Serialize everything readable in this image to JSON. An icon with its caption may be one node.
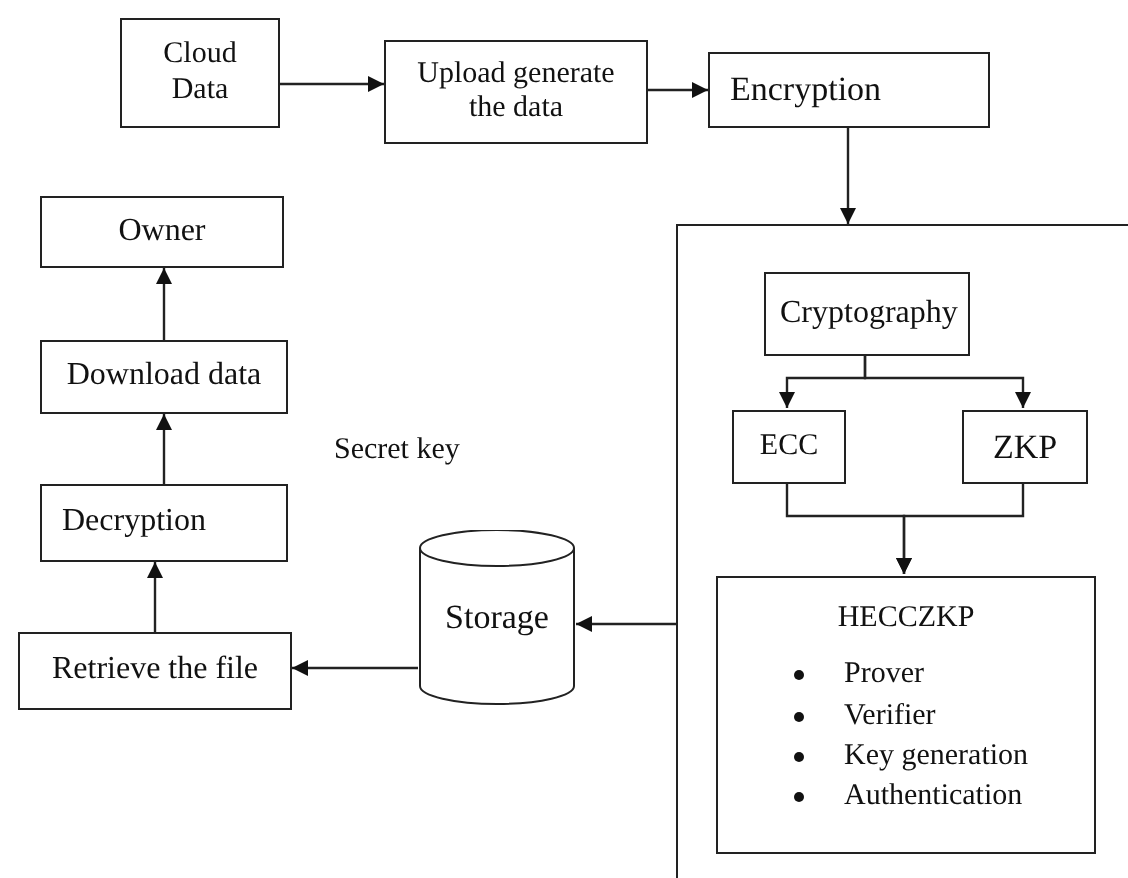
{
  "diagram": {
    "nodes": [
      {
        "text": [
          "Cloud Data"
        ]
      },
      {
        "text": [
          "Upload generate the data"
        ]
      },
      {
        "text": [
          "Encryption"
        ]
      },
      {
        "text": [],
        "shape": "box"
      },
      {
        "text": [
          "Cryptography"
        ],
        "in": 3
      },
      {
        "text": [
          "ECC"
        ],
        "in": 3
      },
      {
        "text": [
          "ZKP"
        ],
        "in": 3
      },
      {
        "text": [
          "HECCZKP",
          "Prover",
          "Verifier",
          "Key generation",
          "Authentication"
        ],
        "in": 3
      },
      {
        "text": [
          "Storage"
        ]
      },
      {
        "text": [
          "Retrieve the file"
        ]
      },
      {
        "text": [
          "Decryption"
        ]
      },
      {
        "text": [
          "Download data"
        ]
      },
      {
        "text": [
          "Owner"
        ]
      }
    ],
    "edges": [
      {
        "from": 0,
        "to": 1,
        "arrow": "to"
      },
      {
        "from": 1,
        "to": 2,
        "arrow": "to"
      },
      {
        "from": 2,
        "to": 3,
        "arrow": "to"
      },
      {
        "from": 4,
        "to": 5,
        "arrow": "to"
      },
      {
        "from": 4,
        "to": 6,
        "arrow": "to"
      },
      {
        "from": 5,
        "to": 7,
        "arrow": "to"
      },
      {
        "from": 6,
        "to": 7,
        "arrow": "to"
      },
      {
        "from": 3,
        "to": 8,
        "arrow": "to"
      },
      {
        "from": 8,
        "to": 9,
        "arrow": "to"
      },
      {
        "from": 9,
        "to": 10,
        "arrow": "to"
      },
      {
        "from": 10,
        "to": 11,
        "arrow": "to"
      },
      {
        "from": 11,
        "to": 12,
        "arrow": "to"
      }
    ],
    "labels": [
      "Secret key"
    ]
  }
}
